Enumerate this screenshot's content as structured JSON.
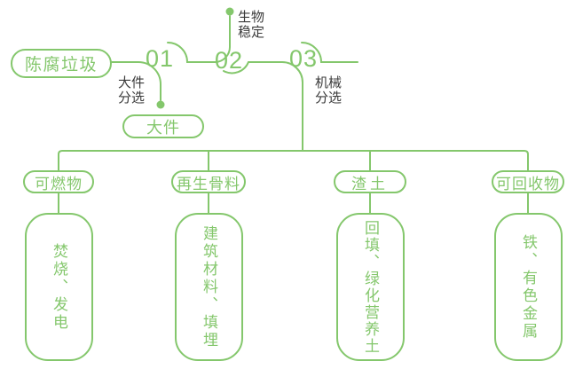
{
  "colors": {
    "line_green": "#84C76C",
    "label_dark": "#3B3B3B",
    "background": "#FFFFFF"
  },
  "source": {
    "label": "陈腐垃圾"
  },
  "steps": [
    {
      "number": "01",
      "label": "大件\n分选",
      "output_label": "大件"
    },
    {
      "number": "02",
      "label": "生物\n稳定"
    },
    {
      "number": "03",
      "label": "机械\n分选"
    }
  ],
  "branches": [
    {
      "category": "可燃物",
      "disposal": "焚烧、发电"
    },
    {
      "category": "再生骨料",
      "disposal": "建筑材料、填埋"
    },
    {
      "category": "渣土",
      "disposal": "回填、绿化营养土"
    },
    {
      "category": "可回收物",
      "disposal": "铁、有色金属"
    }
  ]
}
